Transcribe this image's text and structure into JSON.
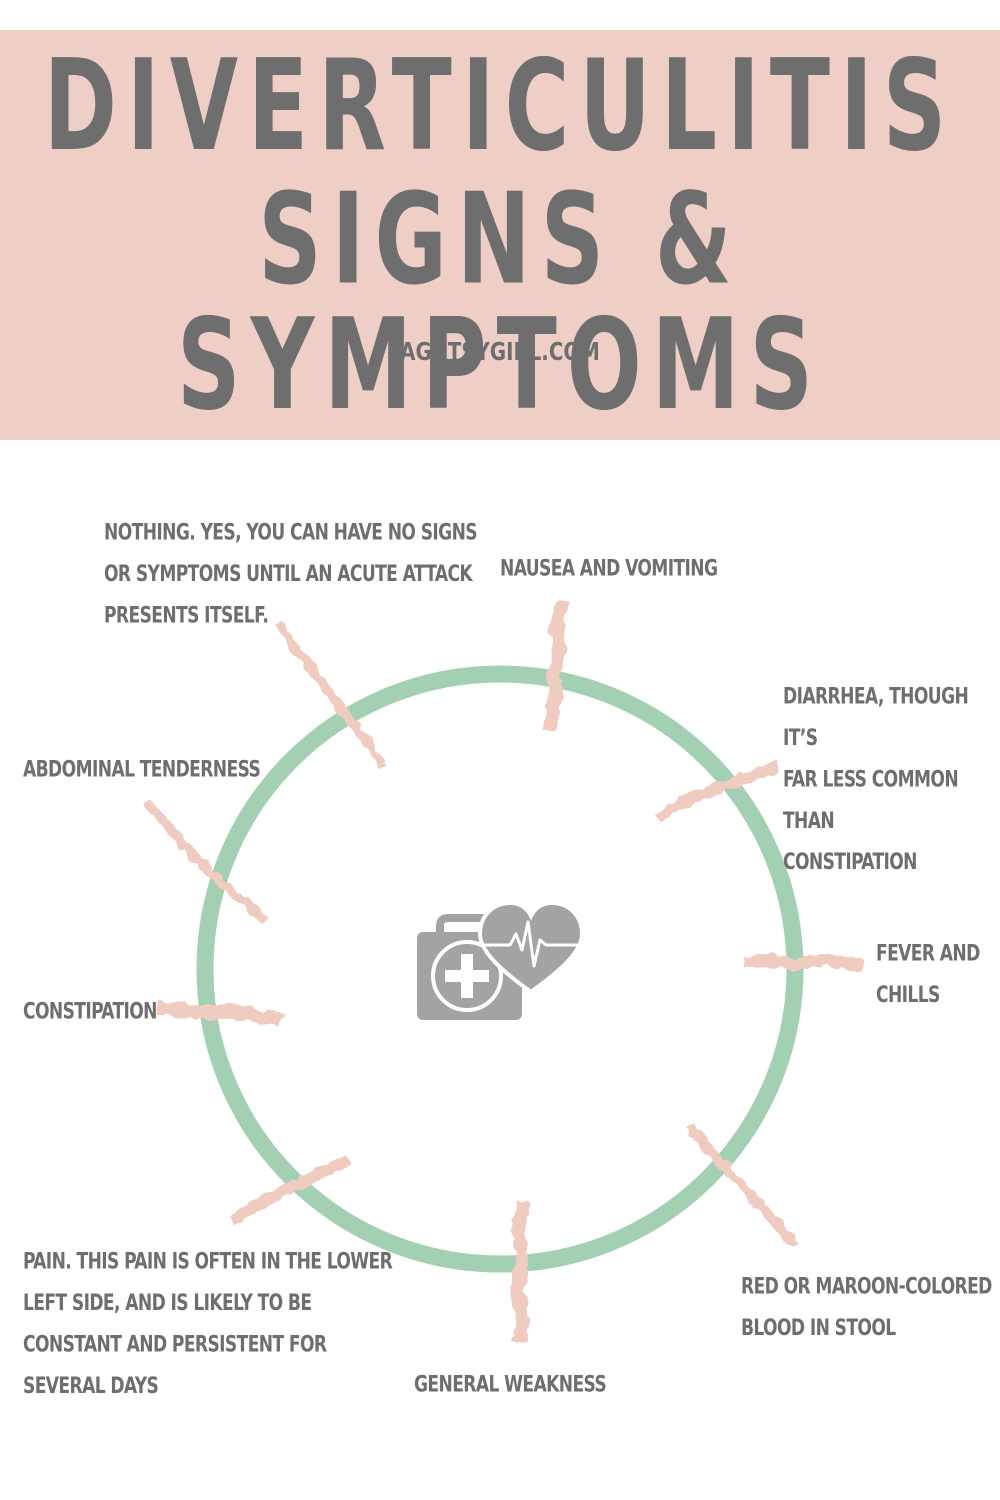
{
  "header": {
    "title_line1": "DIVERTICULITIS",
    "title_line2": "SIGNS & SYMPTOMS",
    "site": "AGUTSYGIRL.COM"
  },
  "colors": {
    "header_bg": "#efcec6",
    "ring": "#a3d0b2",
    "crack": "#f0cbc0",
    "text": "#6e6e6e",
    "icon": "#a3a3a3"
  },
  "center_icon": "medical-kit-heart-ecg-icon",
  "symptoms": {
    "nothing": "NOTHING. YES, YOU CAN HAVE NO SIGNS\nOR SYMPTOMS UNTIL AN ACUTE ATTACK\nPRESENTS ITSELF.",
    "nausea": "NAUSEA AND VOMITING",
    "diarrhea": "DIARRHEA, THOUGH IT’S\nFAR LESS COMMON THAN\nCONSTIPATION",
    "abdominal": "ABDOMINAL TENDERNESS",
    "fever": "FEVER AND\nCHILLS",
    "constipation": "CONSTIPATION",
    "blood": "RED OR MAROON-COLORED\nBLOOD IN STOOL",
    "pain": "PAIN. THIS PAIN IS OFTEN IN THE LOWER\nLEFT SIDE, AND IS LIKELY TO BE\nCONSTANT AND PERSISTENT FOR\nSEVERAL DAYS",
    "weakness": "GENERAL WEAKNESS"
  }
}
